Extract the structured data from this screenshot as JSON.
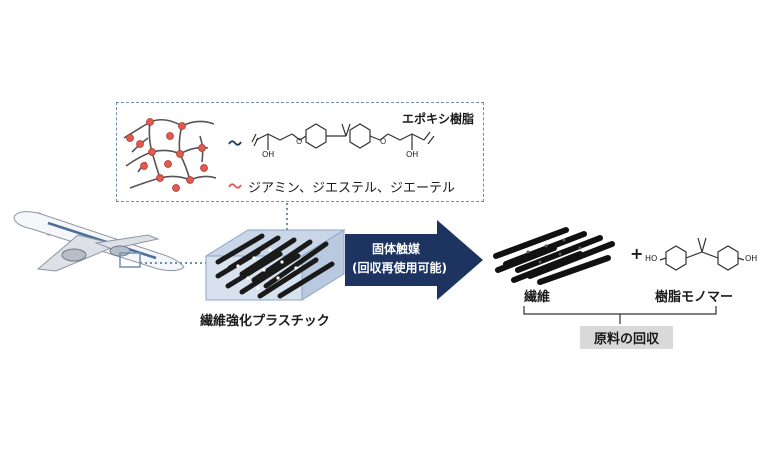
{
  "inset": {
    "title": "エポキシ樹脂",
    "legend": "ジアミン、ジエステル、ジエーテル",
    "oh_left": "OH",
    "oh_right": "OH"
  },
  "material_label": "繊維強化プラスチック",
  "arrow": {
    "line1": "固体触媒",
    "line2": "(回収再使用可能)"
  },
  "products": {
    "fiber_label": "繊維",
    "monomer_label": "樹脂モノマー",
    "plus": "+",
    "ho": "HO",
    "oh": "OH"
  },
  "recovery_label": "原料の回収",
  "colors": {
    "arrow": "#1d3461",
    "fiber": "#111111",
    "node": "#e05a4f",
    "frame": "#6c8fb3",
    "label_box": "#d9d9d9"
  }
}
